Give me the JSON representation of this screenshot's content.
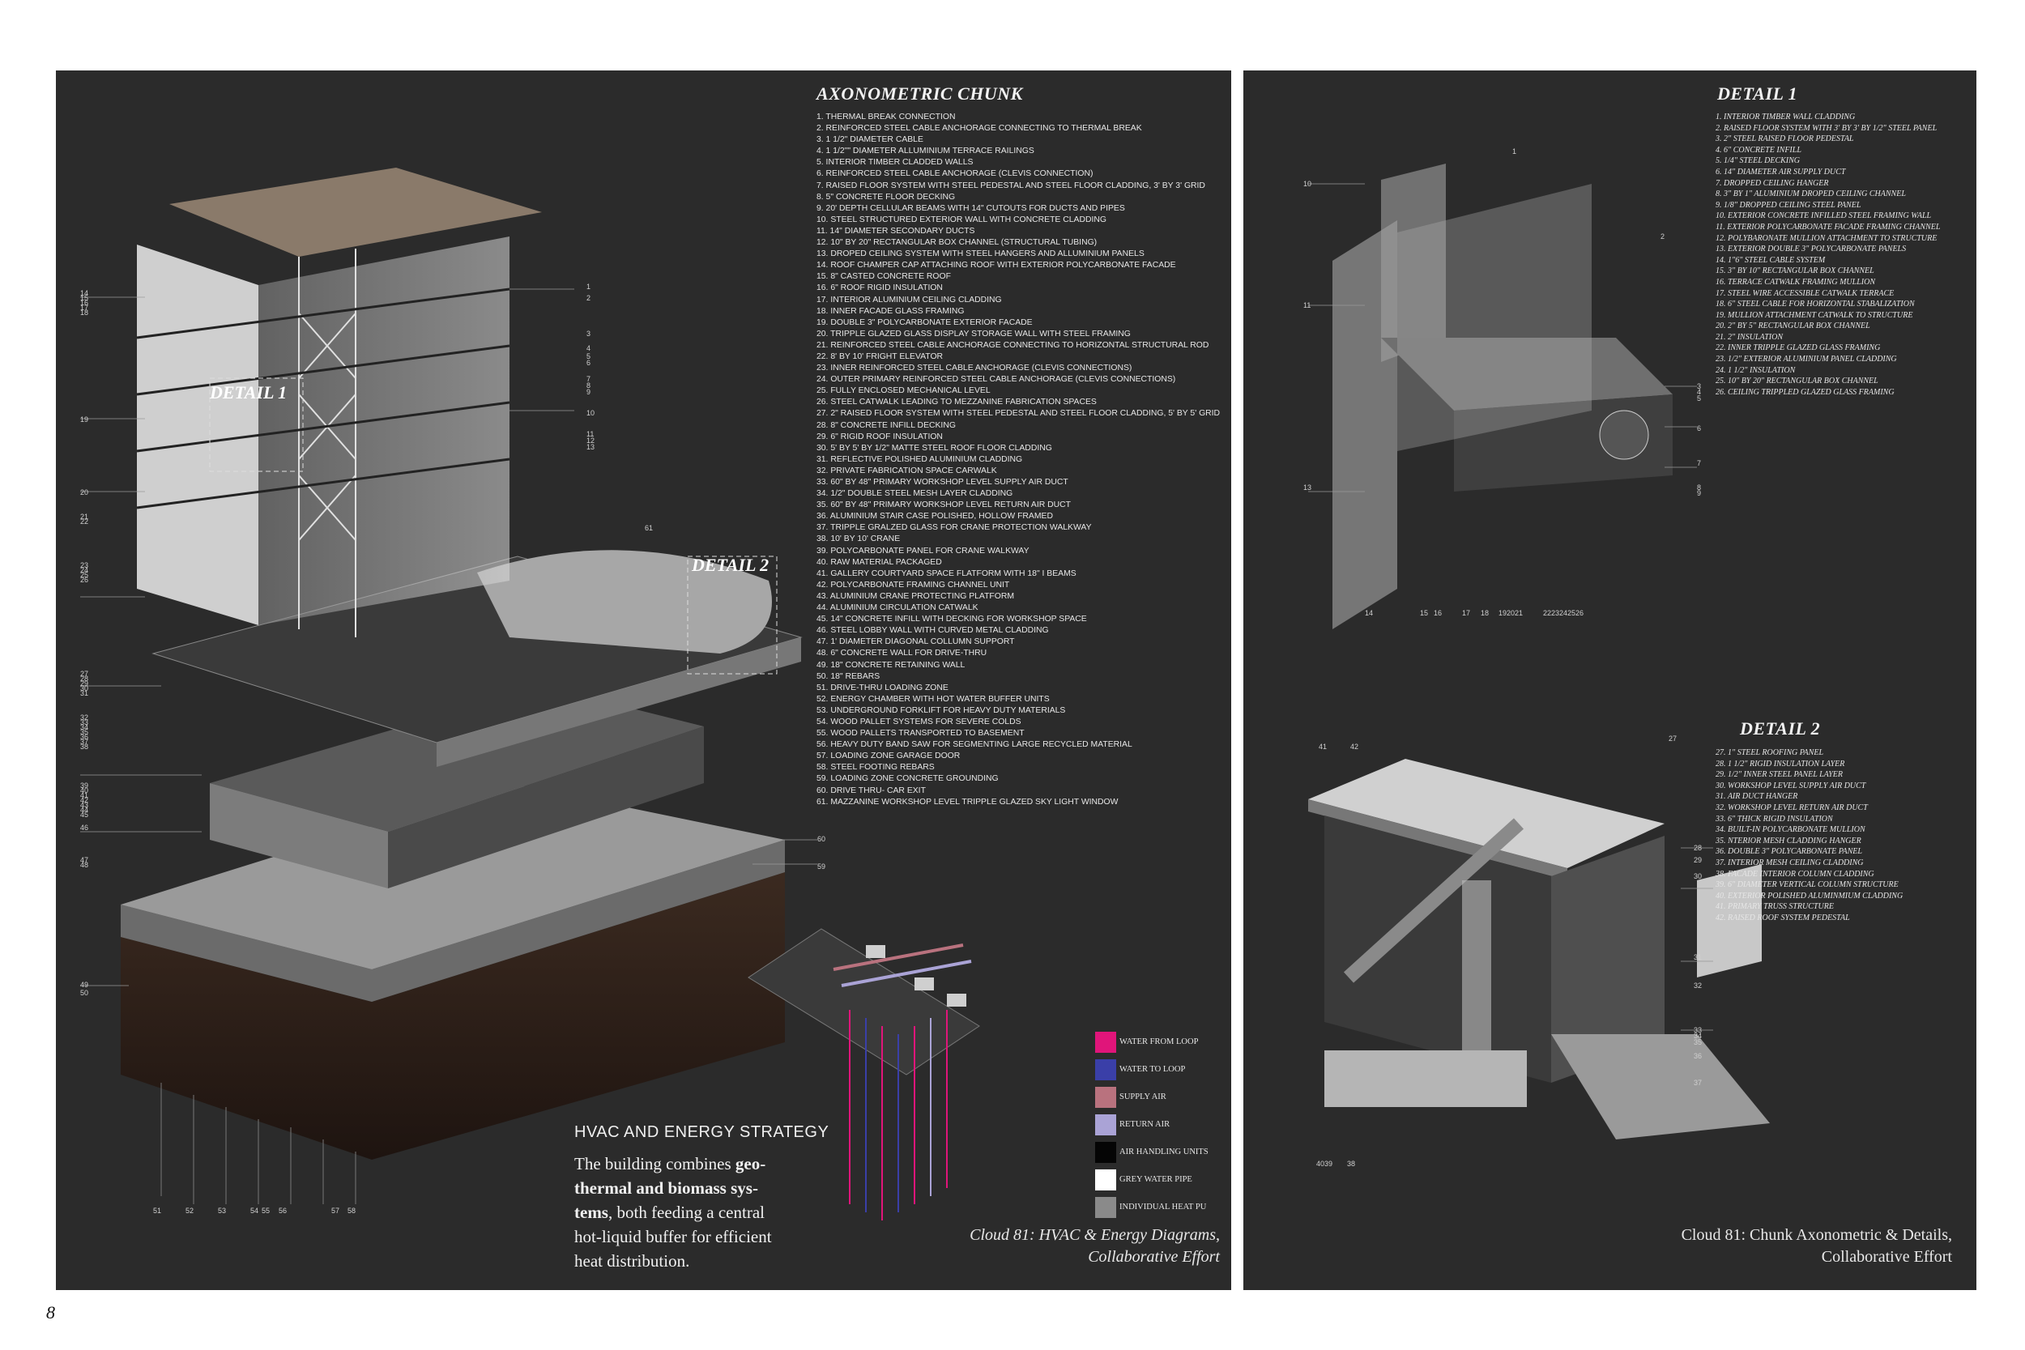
{
  "left_panel": {
    "title": "AXONOMETRIC CHUNK",
    "items": [
      "1. THERMAL BREAK CONNECTION",
      "2. REINFORCED STEEL CABLE ANCHORAGE CONNECTING TO THERMAL BREAK",
      "3. 1 1/2\" DIAMETER CABLE",
      "4. 1 1/2\"\" DIAMETER ALLUMINIUM TERRACE RAILINGS",
      "5. INTERIOR TIMBER CLADDED WALLS",
      "6. REINFORCED STEEL CABLE ANCHORAGE (CLEVIS CONNECTION)",
      "7. RAISED FLOOR SYSTEM WITH STEEL PEDESTAL AND STEEL FLOOR CLADDING, 3' BY 3' GRID",
      "8. 5\" CONCRETE FLOOR DECKING",
      "9. 20' DEPTH CELLULAR BEAMS WITH 14\" CUTOUTS FOR DUCTS AND PIPES",
      "10. STEEL STRUCTURED EXTERIOR WALL WITH CONCRETE CLADDING",
      "11. 14\" DIAMETER SECONDARY DUCTS",
      "12. 10\" BY 20\" RECTANGULAR BOX CHANNEL (STRUCTURAL TUBING)",
      "13. DROPED CEILING SYSTEM WITH STEEL HANGERS AND ALLUMINIUM PANELS",
      "14. ROOF CHAMPER CAP ATTACHING ROOF WITH EXTERIOR POLYCARBONATE FACADE",
      "15. 8\" CASTED CONCRETE ROOF",
      "16. 6\" ROOF RIGID INSULATION",
      "17. INTERIOR ALUMINIUM CEILING CLADDING",
      "18. INNER FACADE GLASS FRAMING",
      "19. DOUBLE 3\" POLYCARBONATE EXTERIOR FACADE",
      "20. TRIPPLE GLAZED GLASS DISPLAY STORAGE WALL WITH STEEL FRAMING",
      "21. REINFORCED STEEL CABLE ANCHORAGE CONNECTING TO HORIZONTAL STRUCTURAL ROD",
      "22. 8' BY 10' FRIGHT ELEVATOR",
      "23. INNER REINFORCED STEEL CABLE ANCHORAGE (CLEVIS CONNECTIONS)",
      "24. OUTER PRIMARY REINFORCED STEEL CABLE ANCHORAGE (CLEVIS CONNECTIONS)",
      "25. FULLY ENCLOSED MECHANICAL LEVEL",
      "26. STEEL CATWALK LEADING TO MEZZANINE FABRICATION SPACES",
      "27. 2\" RAISED FLOOR SYSTEM WITH STEEL PEDESTAL AND STEEL FLOOR CLADDING, 5' BY 5' GRID",
      "28. 8\" CONCRETE INFILL DECKING",
      "29. 6\" RIGID ROOF INSULATION",
      "30. 5' BY 5' BY 1/2\" MATTE STEEL ROOF FLOOR CLADDING",
      "31. REFLECTIVE POLISHED ALUMINIUM CLADDING",
      "32. PRIVATE FABRICATION SPACE CARWALK",
      "33. 60\" BY 48\" PRIMARY WORKSHOP LEVEL SUPPLY AIR DUCT",
      "34. 1/2\" DOUBLE STEEL MESH LAYER CLADDING",
      "35. 60\" BY 48\" PRIMARY WORKSHOP LEVEL RETURN AIR DUCT",
      "36. ALUMINIUM STAIR CASE POLISHED, HOLLOW FRAMED",
      "37. TRIPPLE GRALZED GLASS FOR CRANE PROTECTION WALKWAY",
      "38. 10' BY 10' CRANE",
      "39. POLYCARBONATE PANEL FOR CRANE WALKWAY",
      "40. RAW MATERIAL PACKAGED",
      "41. GALLERY COURTYARD SPACE FLATFORM WITH 18\" I BEAMS",
      "42. POLYCARBONATE FRAMING CHANNEL UNIT",
      "43. ALUMINIUM CRANE PROTECTING PLATFORM",
      "44. ALUMINIUM CIRCULATION CATWALK",
      "45. 14\" CONCRETE INFILL WITH DECKING FOR WORKSHOP SPACE",
      "46. STEEL LOBBY WALL WITH CURVED METAL CLADDING",
      "47. 1' DIAMETER DIAGONAL COLLUMN SUPPORT",
      "48. 6\" CONCRETE WALL FOR DRIVE-THRU",
      "49. 18\" CONCRETE RETAINING WALL",
      "50. 18\" REBARS",
      "51. DRIVE-THRU LOADING ZONE",
      "52. ENERGY CHAMBER WITH HOT WATER BUFFER UNITS",
      "53. UNDERGROUND FORKLIFT FOR HEAVY DUTY MATERIALS",
      "54. WOOD PALLET SYSTEMS FOR SEVERE COLDS",
      "55. WOOD PALLETS TRANSPORTED TO BASEMENT",
      "56. HEAVY DUTY BAND SAW FOR SEGMENTING LARGE RECYCLED MATERIAL",
      "57. LOADING ZONE GARAGE DOOR",
      "58. STEEL FOOTING REBARS",
      "59. LOADING ZONE CONCRETE GROUNDING",
      "60. DRIVE THRU- CAR EXIT",
      "61. MAZZANINE WORKSHOP LEVEL TRIPPLE GLAZED SKY LIGHT WINDOW"
    ],
    "detail1_tag": "DETAIL 1",
    "detail2_tag": "DETAIL 2",
    "callouts_left": [
      "14",
      "15",
      "16",
      "17",
      "18",
      "19",
      "20",
      "21",
      "22",
      "23",
      "24",
      "25",
      "26",
      "27",
      "28",
      "29",
      "30",
      "31",
      "32",
      "33",
      "34",
      "35",
      "36",
      "37",
      "38",
      "39",
      "40",
      "41",
      "42",
      "43",
      "44",
      "45",
      "46",
      "47",
      "48",
      "49",
      "50"
    ],
    "callouts_right": [
      "1",
      "2",
      "3",
      "4",
      "5",
      "6",
      "7",
      "8",
      "9",
      "10",
      "11",
      "12",
      "13",
      "61",
      "60",
      "59"
    ],
    "callouts_bottom": [
      "51",
      "52",
      "53",
      "54",
      "55",
      "56",
      "57",
      "58"
    ],
    "hvac_heading": "HVAC AND ENERGY STRATEGY",
    "hvac_text_parts": [
      "The building combines ",
      "geo-thermal and biomass sys-tems",
      ", both feeding a central hot-liquid buffer for efficient heat distribution."
    ],
    "key": [
      {
        "label": "WATER FROM LOOP",
        "color": "#e0157a"
      },
      {
        "label": "WATER TO LOOP",
        "color": "#3a3fa8"
      },
      {
        "label": "SUPPLY AIR",
        "color": "#b9727e"
      },
      {
        "label": "RETURN AIR",
        "color": "#aaa3d6"
      },
      {
        "label": "AIR HANDLING UNITS",
        "color": "#050505"
      },
      {
        "label": "GREY WATER PIPE",
        "color": "#ffffff"
      },
      {
        "label": "INDIVIDUAL HEAT PU",
        "color": "#8a8a8a"
      }
    ],
    "caption": [
      "Cloud 81: HVAC & Energy Diagrams,",
      "Collaborative Effort"
    ]
  },
  "right_panel": {
    "detail1_title": "DETAIL 1",
    "detail1_items": [
      "1. INTERIOR TIMBER WALL CLADDING",
      "2. RAISED FLOOR SYSTEM WITH 3' BY 3' BY 1/2\" STEEL PANEL",
      "3. 2\" STEEL RAISED FLOOR PEDESTAL",
      "4. 6\" CONCRETE INFILL",
      "5. 1/4\" STEEL DECKING",
      "6. 14\" DIAMETER AIR SUPPLY DUCT",
      "7. DROPPED CEILING HANGER",
      "8. 3\" BY 1\" ALUMINIUM DROPED CEILING CHANNEL",
      "9. 1/8\" DROPPED CEILING STEEL PANEL",
      "10. EXTERIOR CONCRETE INFILLED STEEL FRAMING WALL",
      "11. EXTERIOR POLYCARBONATE FACADE FRAMING CHANNEL",
      "12. POLYBARONATE MULLION ATTACHMENT TO STRUCTURE",
      "13. EXTERIOR DOUBLE 3\" POLYCARBONATE PANELS",
      "14. 1\"6\" STEEL CABLE SYSTEM",
      "15. 3\" BY 10\" RECTANGULAR BOX CHANNEL",
      "16. TERRACE CATWALK FRAMING MULLION",
      "17. STEEL WIRE ACCESSIBLE CATWALK TERRACE",
      "18. 6\" STEEL CABLE FOR HORIZONTAL STABALIZATION",
      "19. MULLION ATTACHMENT CATWALK TO STRUCTURE",
      "20. 2\" BY 5\" RECTANGULAR BOX CHANNEL",
      "21. 2\" INSULATION",
      "22. INNER TRIPPLE GLAZED GLASS FRAMING",
      "23. 1/2\" EXTERIOR ALUMINIUM PANEL CLADDING",
      "24. 1 1/2\" INSULATION",
      "25. 10\" BY 20\" RECTANGULAR BOX CHANNEL",
      "26. CEILING TRIPPLED GLAZED GLASS FRAMING"
    ],
    "detail1_callouts": [
      "1",
      "2",
      "10",
      "11",
      "13",
      "3",
      "4",
      "5",
      "6",
      "7",
      "8",
      "9",
      "14",
      "15",
      "16",
      "17",
      "18",
      "192021",
      "2223242526"
    ],
    "detail2_title": "DETAIL 2",
    "detail2_items": [
      "27. 1\" STEEL ROOFING PANEL",
      "28. 1 1/2\" RIGID INSULATION LAYER",
      "29. 1/2\" INNER STEEL PANEL LAYER",
      "30. WORKSHOP LEVEL SUPPLY AIR DUCT",
      "31. AIR DUCT HANGER",
      "32. WORKSHOP LEVEL RETURN AIR DUCT",
      "33. 6\" THICK RIGID INSULATION",
      "34. BUILT-IN POLYCARBONATE MULLION",
      "35. NTERIOR MESH CLADDING HANGER",
      "36. DOUBLE 3\" POLYCARBONATE PANEL",
      "37. INTERIOR MESH CEILING CLADDING",
      "38. FACADE INTERIOR COLUMN CLADDING",
      "39. 6\" DIAMETER VERTICAL COLUMN STRUCTURE",
      "40. EXTERIOR POLISHED ALUMINMIUM CLADDING",
      "41. PRIMARY TRUSS STRUCTURE",
      "42. RAISED ROOF SYSTEM PEDESTAL"
    ],
    "detail2_callouts": [
      "41",
      "42",
      "27",
      "28",
      "29",
      "30",
      "31",
      "32",
      "33",
      "34",
      "35",
      "36",
      "37",
      "4039",
      "38"
    ],
    "caption": [
      "Cloud 81: Chunk Axonometric & Details,",
      "Collaborative Effort"
    ]
  },
  "page_number": "8"
}
